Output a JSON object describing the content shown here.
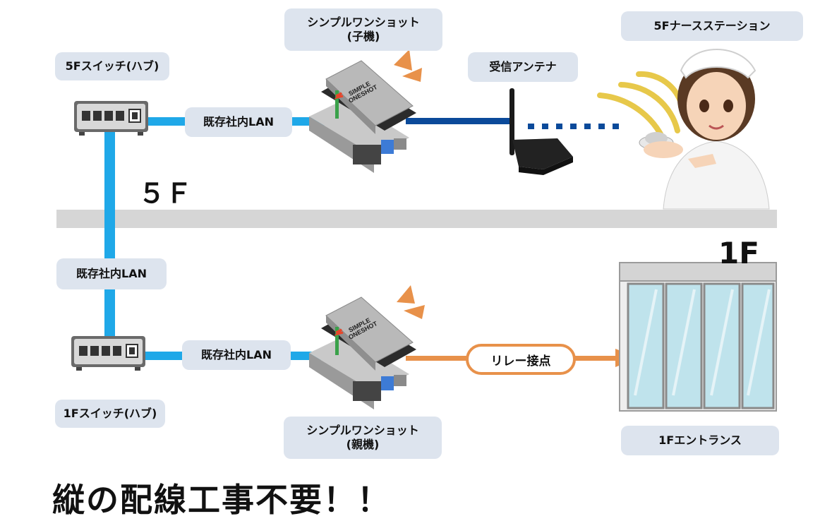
{
  "labels": {
    "switch_5f": "5Fスイッチ(ハブ)",
    "lan_5f": "既存社内LAN",
    "child_unit": "シンプルワンショット\n(子機)",
    "antenna": "受信アンテナ",
    "nurse_station": "5Fナースステーション",
    "lan_vertical": "既存社内LAN",
    "switch_1f": "1Fスイッチ(ハブ)",
    "lan_1f": "既存社内LAN",
    "parent_unit": "シンプルワンショット\n(親機)",
    "relay": "リレー接点",
    "entrance": "1Fエントランス"
  },
  "floors": {
    "upper": "５Ｆ",
    "lower": "1F"
  },
  "device_brand": {
    "line1": "SIMPLE",
    "line2": "ONESHOT"
  },
  "headline": "縦の配線工事不要！！",
  "colors": {
    "lan_cable": "#1fa8e8",
    "antenna_link": "#0b4a9a",
    "relay_link": "#e8914a",
    "label_bg": "#dde4ee",
    "floor_band": "#d6d6d6",
    "signal": "#e8914a"
  }
}
